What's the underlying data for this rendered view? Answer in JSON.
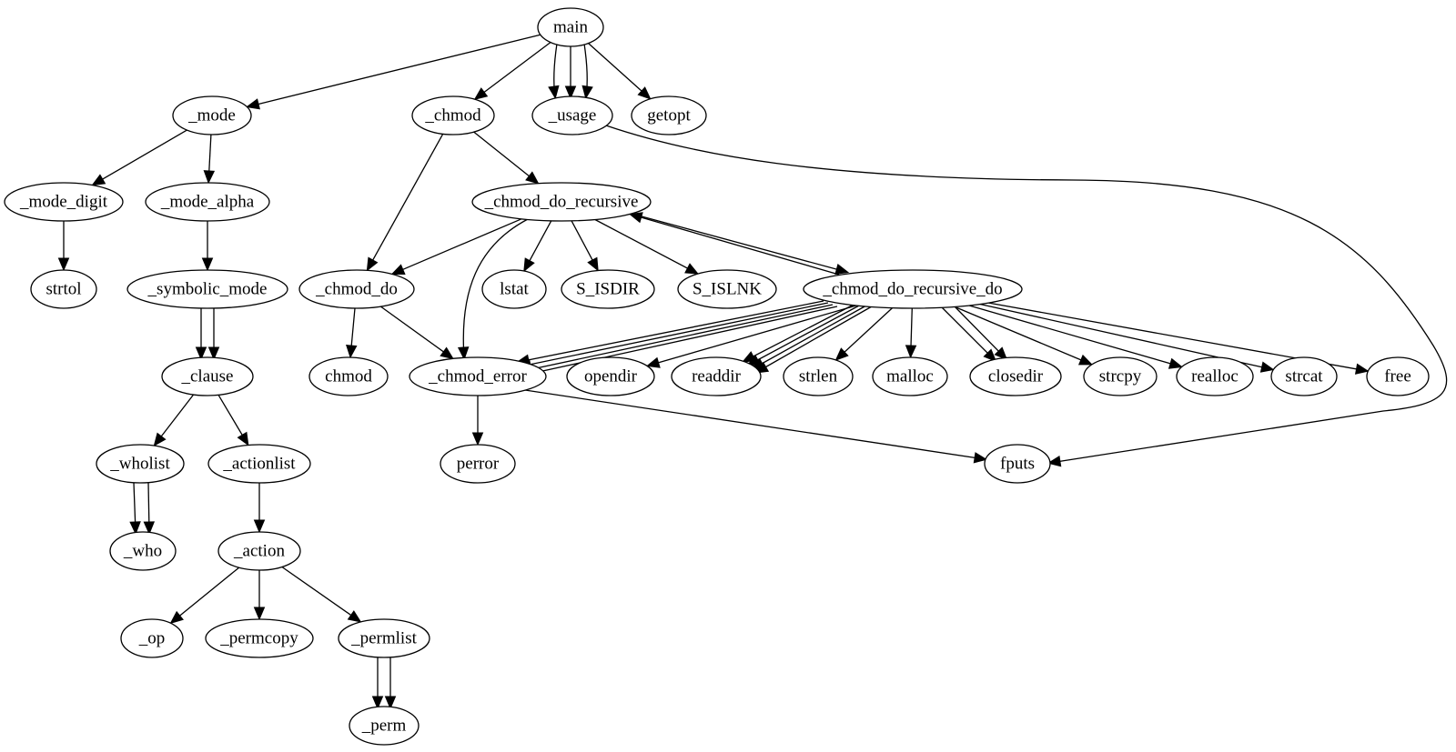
{
  "diagram": {
    "type": "call-graph",
    "nodes": [
      {
        "id": "main",
        "label": "main"
      },
      {
        "id": "_mode",
        "label": "_mode"
      },
      {
        "id": "_chmod",
        "label": "_chmod"
      },
      {
        "id": "_usage",
        "label": "_usage"
      },
      {
        "id": "getopt",
        "label": "getopt"
      },
      {
        "id": "_mode_digit",
        "label": "_mode_digit"
      },
      {
        "id": "_mode_alpha",
        "label": "_mode_alpha"
      },
      {
        "id": "_chmod_do_recursive",
        "label": "_chmod_do_recursive"
      },
      {
        "id": "strtol",
        "label": "strtol"
      },
      {
        "id": "_symbolic_mode",
        "label": "_symbolic_mode"
      },
      {
        "id": "_chmod_do",
        "label": "_chmod_do"
      },
      {
        "id": "lstat",
        "label": "lstat"
      },
      {
        "id": "S_ISDIR",
        "label": "S_ISDIR"
      },
      {
        "id": "S_ISLNK",
        "label": "S_ISLNK"
      },
      {
        "id": "_chmod_do_recursive_do",
        "label": "_chmod_do_recursive_do"
      },
      {
        "id": "_clause",
        "label": "_clause"
      },
      {
        "id": "chmod",
        "label": "chmod"
      },
      {
        "id": "_chmod_error",
        "label": "_chmod_error"
      },
      {
        "id": "opendir",
        "label": "opendir"
      },
      {
        "id": "readdir",
        "label": "readdir"
      },
      {
        "id": "strlen",
        "label": "strlen"
      },
      {
        "id": "malloc",
        "label": "malloc"
      },
      {
        "id": "closedir",
        "label": "closedir"
      },
      {
        "id": "strcpy",
        "label": "strcpy"
      },
      {
        "id": "realloc",
        "label": "realloc"
      },
      {
        "id": "strcat",
        "label": "strcat"
      },
      {
        "id": "free",
        "label": "free"
      },
      {
        "id": "_wholist",
        "label": "_wholist"
      },
      {
        "id": "_actionlist",
        "label": "_actionlist"
      },
      {
        "id": "perror",
        "label": "perror"
      },
      {
        "id": "fputs",
        "label": "fputs"
      },
      {
        "id": "_who",
        "label": "_who"
      },
      {
        "id": "_action",
        "label": "_action"
      },
      {
        "id": "_op",
        "label": "_op"
      },
      {
        "id": "_permcopy",
        "label": "_permcopy"
      },
      {
        "id": "_permlist",
        "label": "_permlist"
      },
      {
        "id": "_perm",
        "label": "_perm"
      }
    ],
    "edges": [
      {
        "from": "main",
        "to": "_mode"
      },
      {
        "from": "main",
        "to": "_chmod"
      },
      {
        "from": "main",
        "to": "_usage"
      },
      {
        "from": "main",
        "to": "_usage"
      },
      {
        "from": "main",
        "to": "_usage"
      },
      {
        "from": "main",
        "to": "getopt"
      },
      {
        "from": "_mode",
        "to": "_mode_digit"
      },
      {
        "from": "_mode",
        "to": "_mode_alpha"
      },
      {
        "from": "_mode_digit",
        "to": "strtol"
      },
      {
        "from": "_mode_alpha",
        "to": "_symbolic_mode"
      },
      {
        "from": "_symbolic_mode",
        "to": "_clause"
      },
      {
        "from": "_symbolic_mode",
        "to": "_clause"
      },
      {
        "from": "_clause",
        "to": "_wholist"
      },
      {
        "from": "_clause",
        "to": "_actionlist"
      },
      {
        "from": "_wholist",
        "to": "_who"
      },
      {
        "from": "_wholist",
        "to": "_who"
      },
      {
        "from": "_actionlist",
        "to": "_action"
      },
      {
        "from": "_action",
        "to": "_op"
      },
      {
        "from": "_action",
        "to": "_permcopy"
      },
      {
        "from": "_action",
        "to": "_permlist"
      },
      {
        "from": "_permlist",
        "to": "_perm"
      },
      {
        "from": "_permlist",
        "to": "_perm"
      },
      {
        "from": "_chmod",
        "to": "_chmod_do"
      },
      {
        "from": "_chmod",
        "to": "_chmod_do_recursive"
      },
      {
        "from": "_usage",
        "to": "fputs"
      },
      {
        "from": "_chmod_do_recursive",
        "to": "_chmod_do"
      },
      {
        "from": "_chmod_do_recursive",
        "to": "_chmod_error"
      },
      {
        "from": "_chmod_do_recursive",
        "to": "lstat"
      },
      {
        "from": "_chmod_do_recursive",
        "to": "S_ISDIR"
      },
      {
        "from": "_chmod_do_recursive",
        "to": "S_ISLNK"
      },
      {
        "from": "_chmod_do_recursive",
        "to": "_chmod_do_recursive_do"
      },
      {
        "from": "_chmod_do_recursive_do",
        "to": "_chmod_do_recursive"
      },
      {
        "from": "_chmod_do",
        "to": "chmod"
      },
      {
        "from": "_chmod_do",
        "to": "_chmod_error"
      },
      {
        "from": "_chmod_do_recursive_do",
        "to": "_chmod_error"
      },
      {
        "from": "_chmod_do_recursive_do",
        "to": "_chmod_error"
      },
      {
        "from": "_chmod_do_recursive_do",
        "to": "_chmod_error"
      },
      {
        "from": "_chmod_do_recursive_do",
        "to": "_chmod_error"
      },
      {
        "from": "_chmod_do_recursive_do",
        "to": "opendir"
      },
      {
        "from": "_chmod_do_recursive_do",
        "to": "readdir"
      },
      {
        "from": "_chmod_do_recursive_do",
        "to": "readdir"
      },
      {
        "from": "_chmod_do_recursive_do",
        "to": "readdir"
      },
      {
        "from": "_chmod_do_recursive_do",
        "to": "readdir"
      },
      {
        "from": "_chmod_do_recursive_do",
        "to": "strlen"
      },
      {
        "from": "_chmod_do_recursive_do",
        "to": "malloc"
      },
      {
        "from": "_chmod_do_recursive_do",
        "to": "closedir"
      },
      {
        "from": "_chmod_do_recursive_do",
        "to": "closedir"
      },
      {
        "from": "_chmod_do_recursive_do",
        "to": "strcpy"
      },
      {
        "from": "_chmod_do_recursive_do",
        "to": "realloc"
      },
      {
        "from": "_chmod_do_recursive_do",
        "to": "strcat"
      },
      {
        "from": "_chmod_do_recursive_do",
        "to": "free"
      },
      {
        "from": "_chmod_error",
        "to": "perror"
      },
      {
        "from": "_chmod_error",
        "to": "fputs"
      }
    ]
  }
}
